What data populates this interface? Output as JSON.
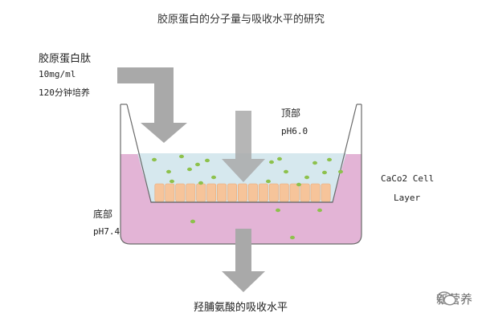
{
  "title": "胶原蛋白的分子量与吸收水平的研究",
  "input": {
    "name": "胶原蛋白肽",
    "concentration": "10mg/ml",
    "duration": "120分钟培养"
  },
  "apical": {
    "label": "顶部",
    "ph": "pH6.0"
  },
  "basal": {
    "label": "底部",
    "ph": "pH7.4"
  },
  "cell_layer": {
    "line1": "CaCo2 Cell",
    "line2": "Layer"
  },
  "output": "羟脯氨酸的吸收水平",
  "watermark": "新营养",
  "colors": {
    "arrow": "#a9a9a9",
    "apical_fluid": "#d6e8ee",
    "basal_fluid": "#e3b4d6",
    "cells": "#f6c49a",
    "particles": "#8dc14c",
    "beaker": "#6a6a6a"
  }
}
